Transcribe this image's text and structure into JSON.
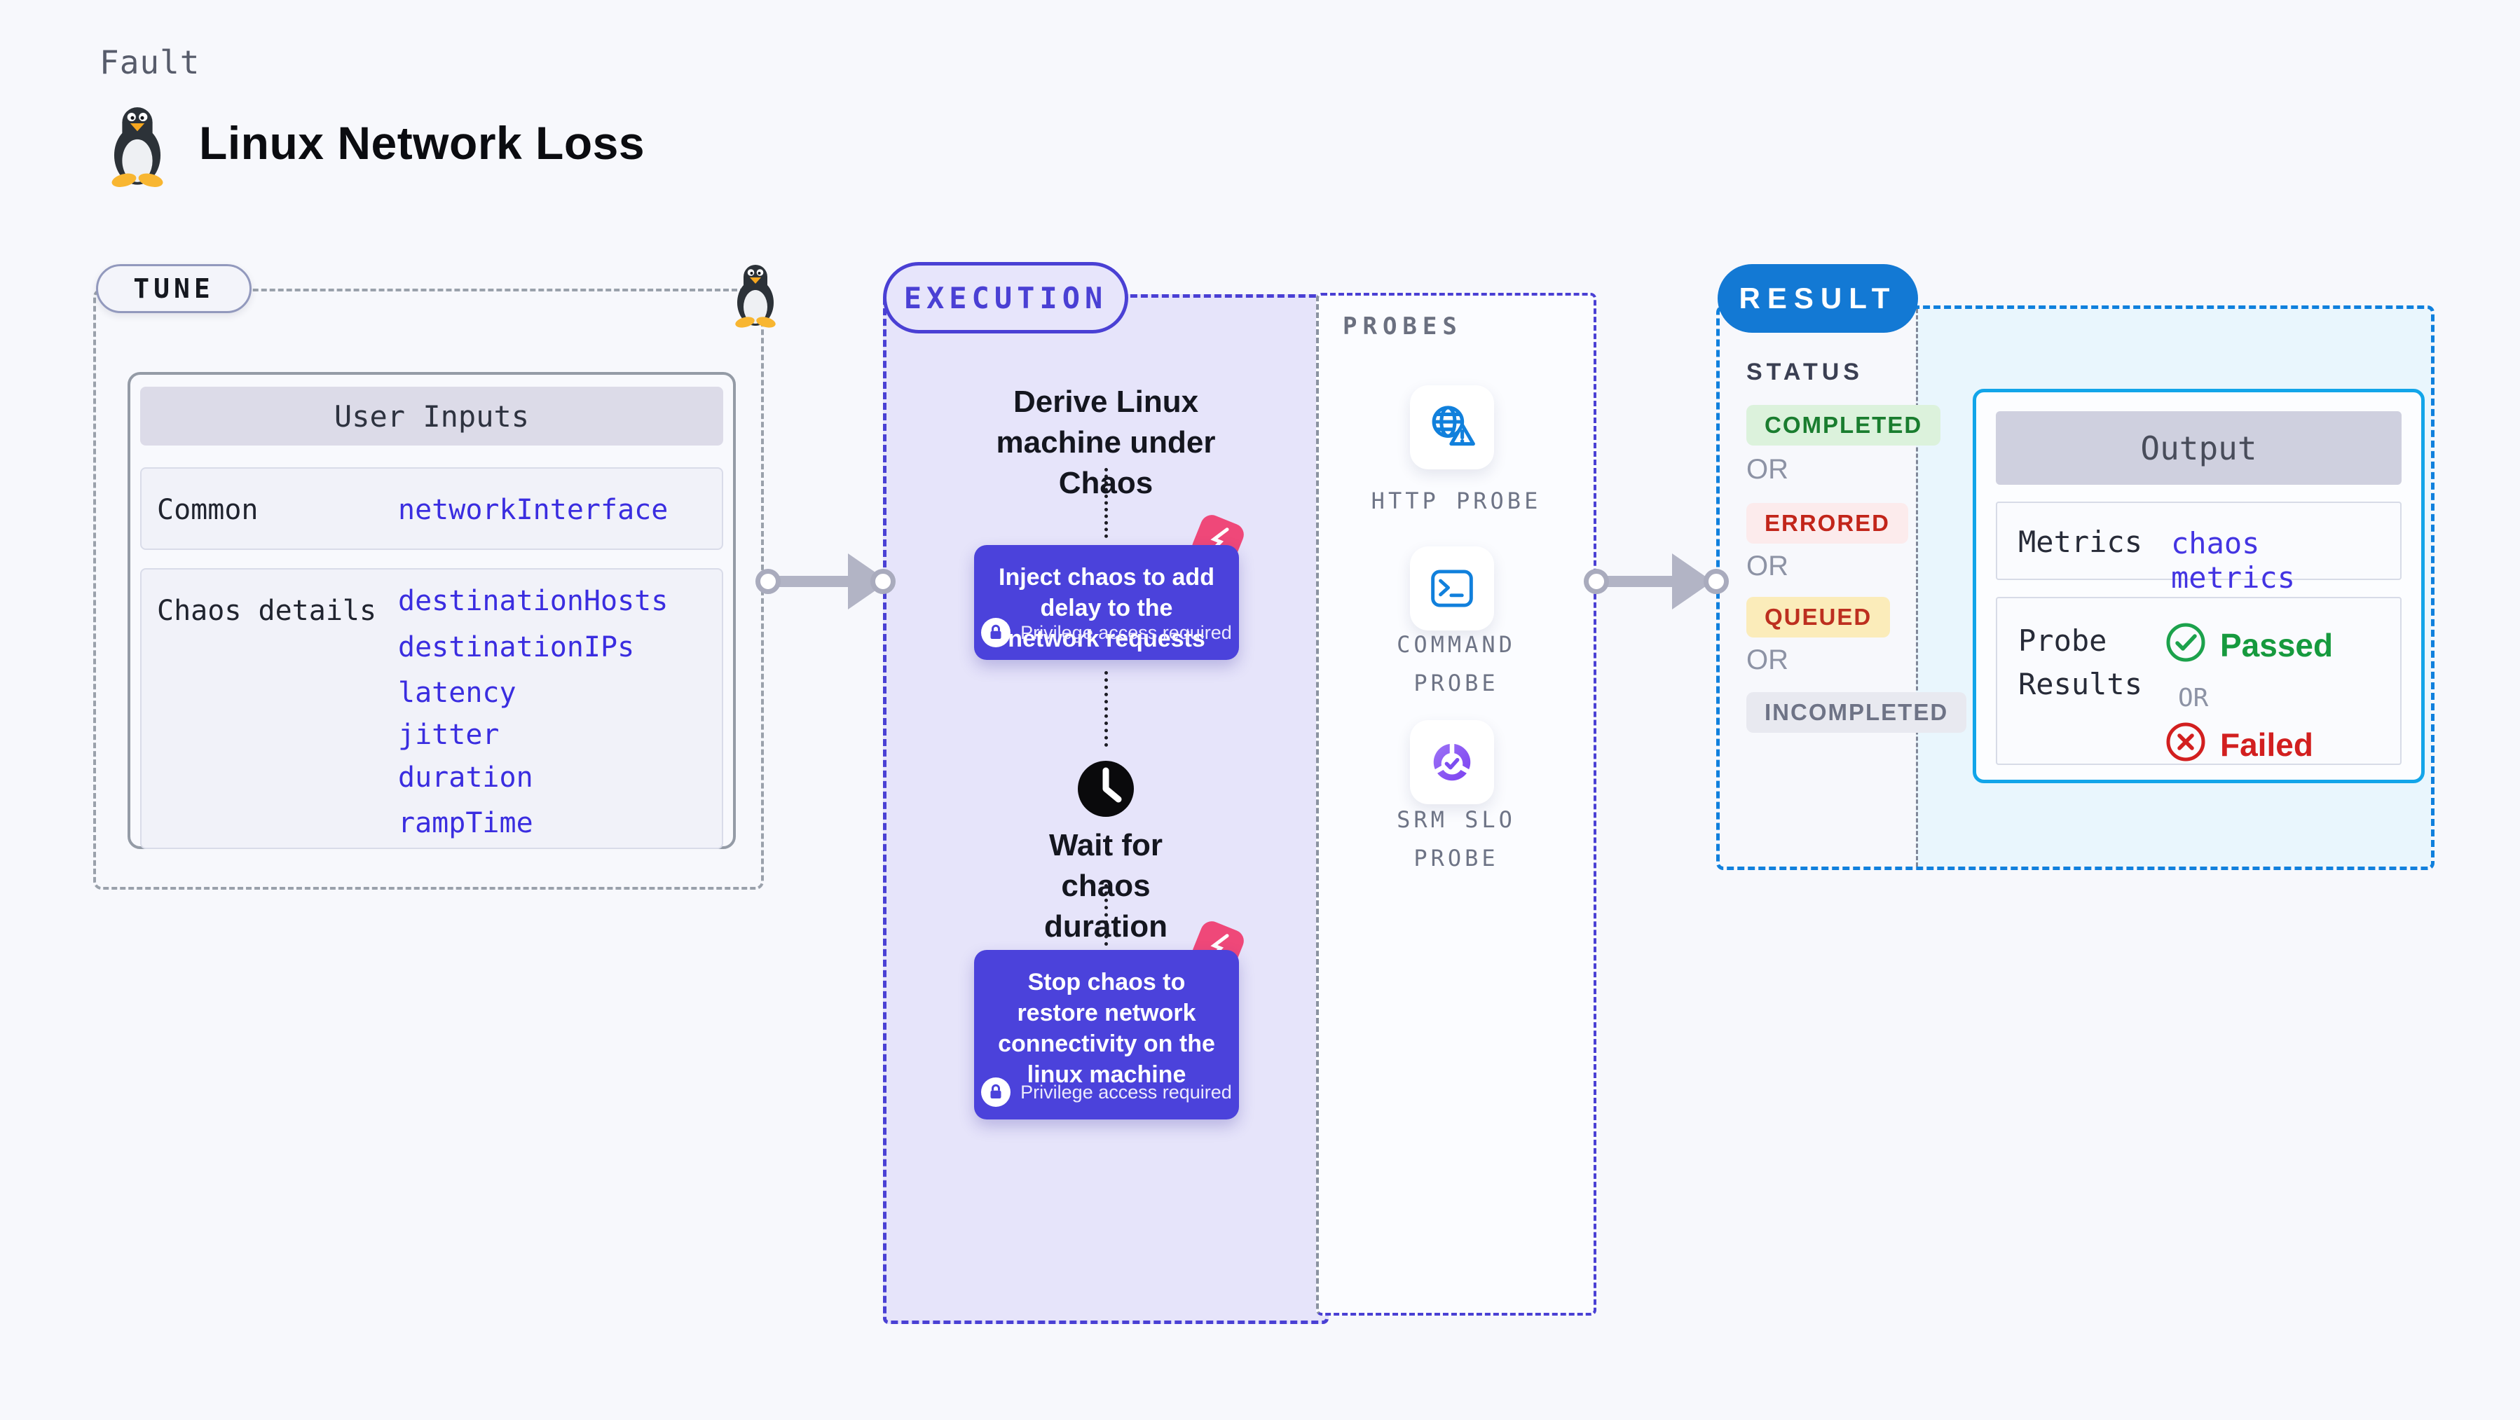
{
  "header": {
    "eyebrow": "Fault",
    "title": "Linux Network Loss",
    "icon": "tux-penguin"
  },
  "tune": {
    "label": "TUNE",
    "table_title": "User Inputs",
    "rows": [
      {
        "label": "Common",
        "values": [
          "networkInterface"
        ]
      },
      {
        "label": "Chaos details",
        "values": [
          "destinationHosts",
          "destinationIPs",
          "latency",
          "jitter",
          "duration",
          "rampTime"
        ]
      }
    ],
    "value_color": "#3a2de0"
  },
  "execution": {
    "label": "EXECUTION",
    "accent_color": "#4a40d4",
    "steps": {
      "derive": "Derive Linux machine under Chaos",
      "inject": "Inject chaos to add delay to the network requests",
      "privilege_note": "Privilege access required",
      "wait": "Wait for chaos duration",
      "stop": "Stop chaos to restore network connectivity on the linux machine"
    }
  },
  "probes": {
    "label": "PROBES",
    "items": [
      {
        "icon": "globe-alert-icon",
        "line1": "HTTP PROBE",
        "line2": ""
      },
      {
        "icon": "terminal-icon",
        "line1": "COMMAND",
        "line2": "PROBE"
      },
      {
        "icon": "slo-donut-icon",
        "line1": "SRM SLO",
        "line2": "PROBE"
      }
    ]
  },
  "result": {
    "label": "RESULT",
    "accent_color": "#1080dd",
    "status_title": "STATUS",
    "or_label": "OR",
    "statuses": [
      {
        "label": "COMPLETED",
        "bg": "#dcf2dc",
        "color": "#1a7d2f"
      },
      {
        "label": "ERRORED",
        "bg": "#fcebec",
        "color": "#c2251a"
      },
      {
        "label": "QUEUED",
        "bg": "#fbecba",
        "color": "#bd2f1f"
      },
      {
        "label": "INCOMPLETED",
        "bg": "#e8e9f0",
        "color": "#6e7386"
      }
    ],
    "output": {
      "title": "Output",
      "metrics_label": "Metrics",
      "metrics_value": "chaos metrics",
      "probe_label_line1": "Probe",
      "probe_label_line2": "Results",
      "or_label": "OR",
      "passed_label": "Passed",
      "failed_label": "Failed",
      "passed_color": "#169a3e",
      "failed_color": "#d21f1f"
    }
  }
}
